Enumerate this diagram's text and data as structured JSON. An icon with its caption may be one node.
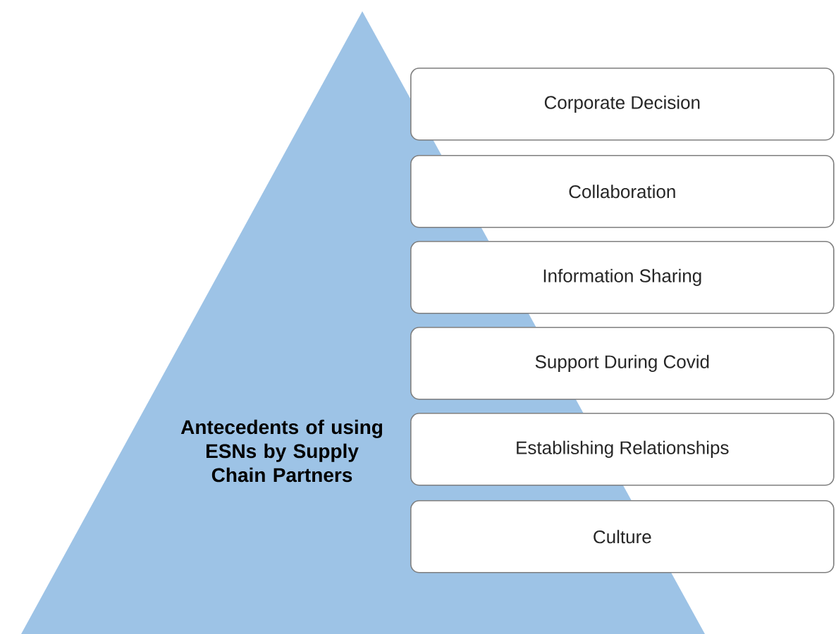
{
  "diagram": {
    "nodes": [
      {
        "text": [
          "Antecedents of using ESNs by Supply Chain Partners"
        ]
      },
      {
        "text": [
          "Corporate Decision"
        ]
      },
      {
        "text": [
          "Collaboration"
        ]
      },
      {
        "text": [
          "Information Sharing"
        ]
      },
      {
        "text": [
          "Support During Covid"
        ]
      },
      {
        "text": [
          "Establishing Relationships"
        ]
      },
      {
        "text": [
          "Culture"
        ]
      }
    ]
  }
}
